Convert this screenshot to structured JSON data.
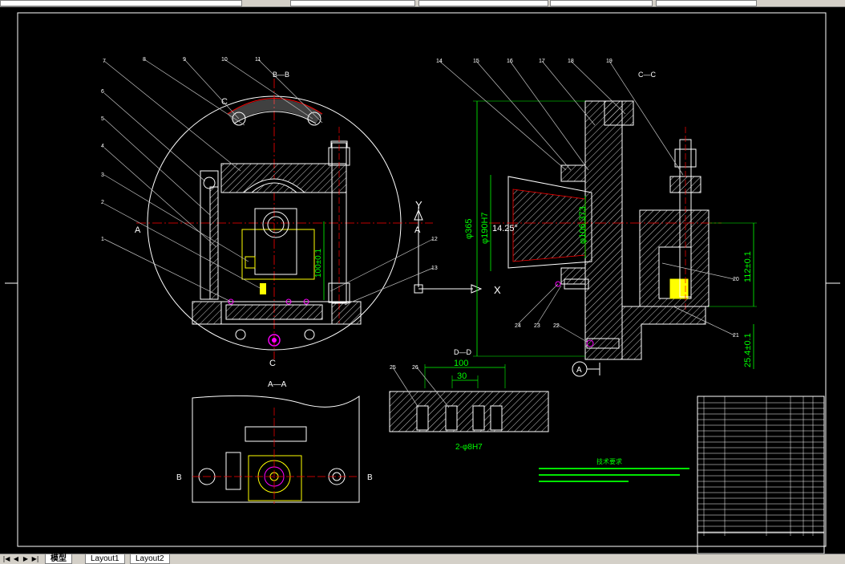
{
  "sheet": {
    "section_labels": {
      "a_a": "A—A",
      "b_b": "B—B",
      "c_c": "C—C",
      "d_d": "D—D"
    },
    "dimensions": {
      "d100": "100",
      "d30": "30",
      "dia365": "φ365",
      "dia190": "φ190H7",
      "dia106": "φ106.373",
      "h100": "100±0.1",
      "h112": "112±0.1",
      "h25": "25.4±0.1",
      "angle": "14.25°",
      "pin": "2-φ8H7",
      "datum_a": "A"
    },
    "axes": {
      "y": "Y",
      "x": "X"
    },
    "callouts": [
      "1",
      "2",
      "3",
      "4",
      "5",
      "6",
      "7",
      "8",
      "9",
      "10",
      "11",
      "12",
      "13",
      "14",
      "15",
      "16",
      "17",
      "18",
      "19",
      "20",
      "21",
      "22",
      "23",
      "24",
      "25",
      "26"
    ],
    "notes_title": "技术要求",
    "cut_marks": {
      "a_left": "A",
      "a_right": "A",
      "b_left": "B",
      "b_right": "B",
      "c_top": "C",
      "c_bottom": "C"
    }
  },
  "tabs": [
    {
      "label": "模型",
      "active": true
    },
    {
      "label": "Layout1",
      "active": false
    },
    {
      "label": "Layout2",
      "active": false
    }
  ],
  "colors": {
    "background": "#000000",
    "outline": "#ffffff",
    "dimension": "#00ff00",
    "centerline": "#ff0000",
    "leader": "#c0c0c0",
    "hatch": "#ffffff",
    "accent_magenta": "#ff00ff",
    "accent_yellow": "#ffff00"
  }
}
